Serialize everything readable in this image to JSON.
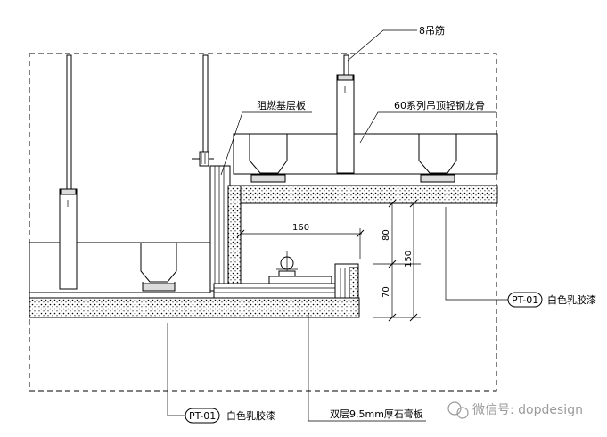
{
  "labels": {
    "hanger_rod": "8吊筋",
    "keel": "60系列吊顶轻钢龙骨",
    "fire_board": "阻燃基层板",
    "finish_code_right": "PT-01",
    "finish_text_right": "白色乳胶漆",
    "finish_code_bottom": "PT-01",
    "finish_text_bottom": "白色乳胶漆",
    "gypsum": "双层9.5mm厚石膏板"
  },
  "dimensions": {
    "width_160": "160",
    "height_80": "80",
    "height_150": "150",
    "height_70": "70"
  },
  "watermark": "微信号: dopdesign"
}
